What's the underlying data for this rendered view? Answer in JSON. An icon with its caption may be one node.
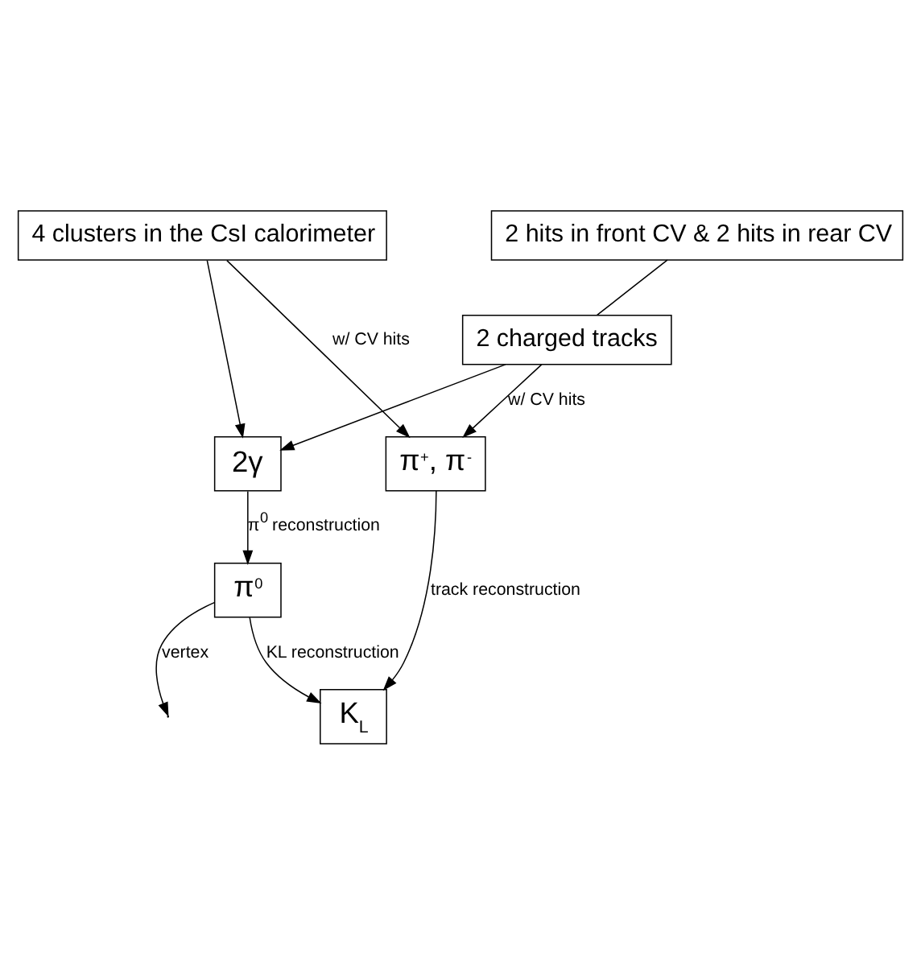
{
  "diagram": {
    "nodes": [
      {
        "text": [
          "4 clusters in the CsI calorimeter"
        ]
      },
      {
        "text": [
          "2 hits in front CV & 2 hits in rear CV"
        ]
      },
      {
        "text": [
          "2 charged tracks"
        ]
      },
      {
        "text": [
          "2γ"
        ]
      },
      {
        "text": [
          "π$^{+}$, π$^{-}$"
        ]
      },
      {
        "text": [
          "π$^{0}$"
        ]
      },
      {
        "text": [
          "K$_{L}$"
        ]
      }
    ],
    "edges": [
      {
        "from": 1,
        "to": 2,
        "arrow": "none"
      },
      {
        "from": 0,
        "to": 3,
        "arrow": "to"
      },
      {
        "from": 0,
        "to": 4,
        "arrow": "to",
        "label": "w/ CV hits"
      },
      {
        "from": 2,
        "to": 3,
        "arrow": "to"
      },
      {
        "from": 2,
        "to": 4,
        "arrow": "to",
        "label": "w/ CV hits"
      },
      {
        "from": 3,
        "to": 5,
        "arrow": "to",
        "label": "π$^{0}$ reconstruction"
      },
      {
        "from": 5,
        "to": null,
        "arrow": "to",
        "label": "vertex"
      },
      {
        "from": 4,
        "to": 6,
        "arrow": "to",
        "label": "track reconstruction"
      },
      {
        "from": 5,
        "to": 6,
        "arrow": "to",
        "label": "KL reconstruction"
      }
    ]
  }
}
